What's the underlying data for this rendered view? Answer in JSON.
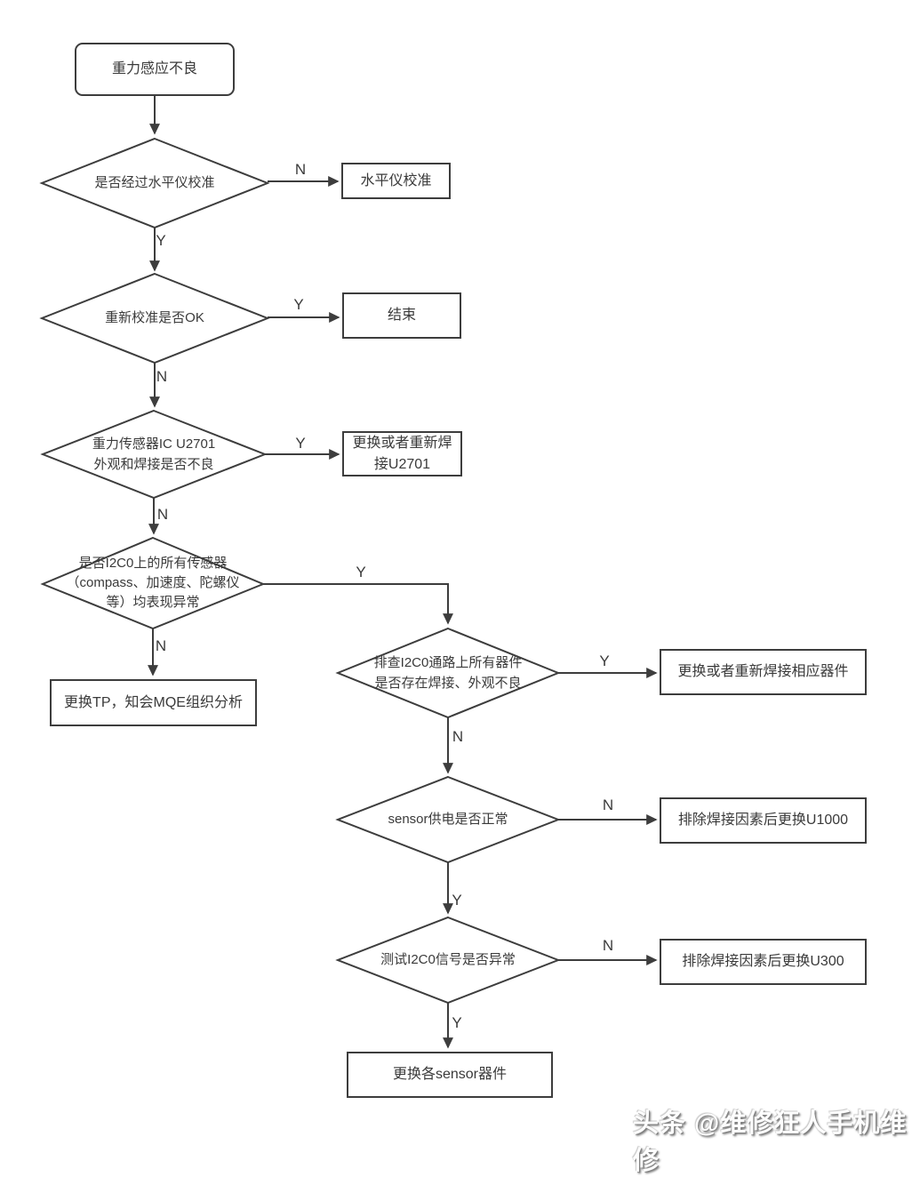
{
  "page": {
    "background": "#ffffff",
    "line_color": "#3d3d3d",
    "text_color": "#3a3a3a"
  },
  "watermark": {
    "text": "头条 @维修狂人手机维修"
  },
  "flowchart": {
    "nodes": {
      "start": {
        "type": "terminator",
        "label": "重力感应不良"
      },
      "d1": {
        "type": "decision",
        "label": "是否经过水平仪校准"
      },
      "calibrate": {
        "type": "process",
        "label": "水平仪校准"
      },
      "d2": {
        "type": "decision",
        "label": "重新校准是否OK"
      },
      "finish": {
        "type": "process",
        "label": "结束"
      },
      "d3": {
        "type": "decision",
        "label": "重力传感器IC U2701\n外观和焊接是否不良"
      },
      "resolder_u2701": {
        "type": "process",
        "label": "更换或者重新焊\n接U2701"
      },
      "d4": {
        "type": "decision",
        "label": "是否I2C0上的所有传感器\n（compass、加速度、陀螺仪\n等）均表现异常"
      },
      "replace_tp": {
        "type": "process",
        "label": "更换TP，知会MQE组织分析"
      },
      "d5": {
        "type": "decision",
        "label": "排查I2C0通路上所有器件\n是否存在焊接、外观不良"
      },
      "resolder_parts": {
        "type": "process",
        "label": "更换或者重新焊接相应器件"
      },
      "d6": {
        "type": "decision",
        "label": "sensor供电是否正常"
      },
      "replace_u1000": {
        "type": "process",
        "label": "排除焊接因素后更换U1000"
      },
      "d7": {
        "type": "decision",
        "label": "测试I2C0信号是否异常"
      },
      "replace_u300": {
        "type": "process",
        "label": "排除焊接因素后更换U300"
      },
      "replace_sensors": {
        "type": "process",
        "label": "更换各sensor器件"
      }
    },
    "edges": {
      "d1_no": "N",
      "d1_yes": "Y",
      "d2_yes": "Y",
      "d2_no": "N",
      "d3_yes": "Y",
      "d3_no": "N",
      "d4_yes": "Y",
      "d4_no": "N",
      "d5_yes": "Y",
      "d5_no": "N",
      "d6_no": "N",
      "d6_yes": "Y",
      "d7_no": "N",
      "d7_yes": "Y"
    }
  }
}
